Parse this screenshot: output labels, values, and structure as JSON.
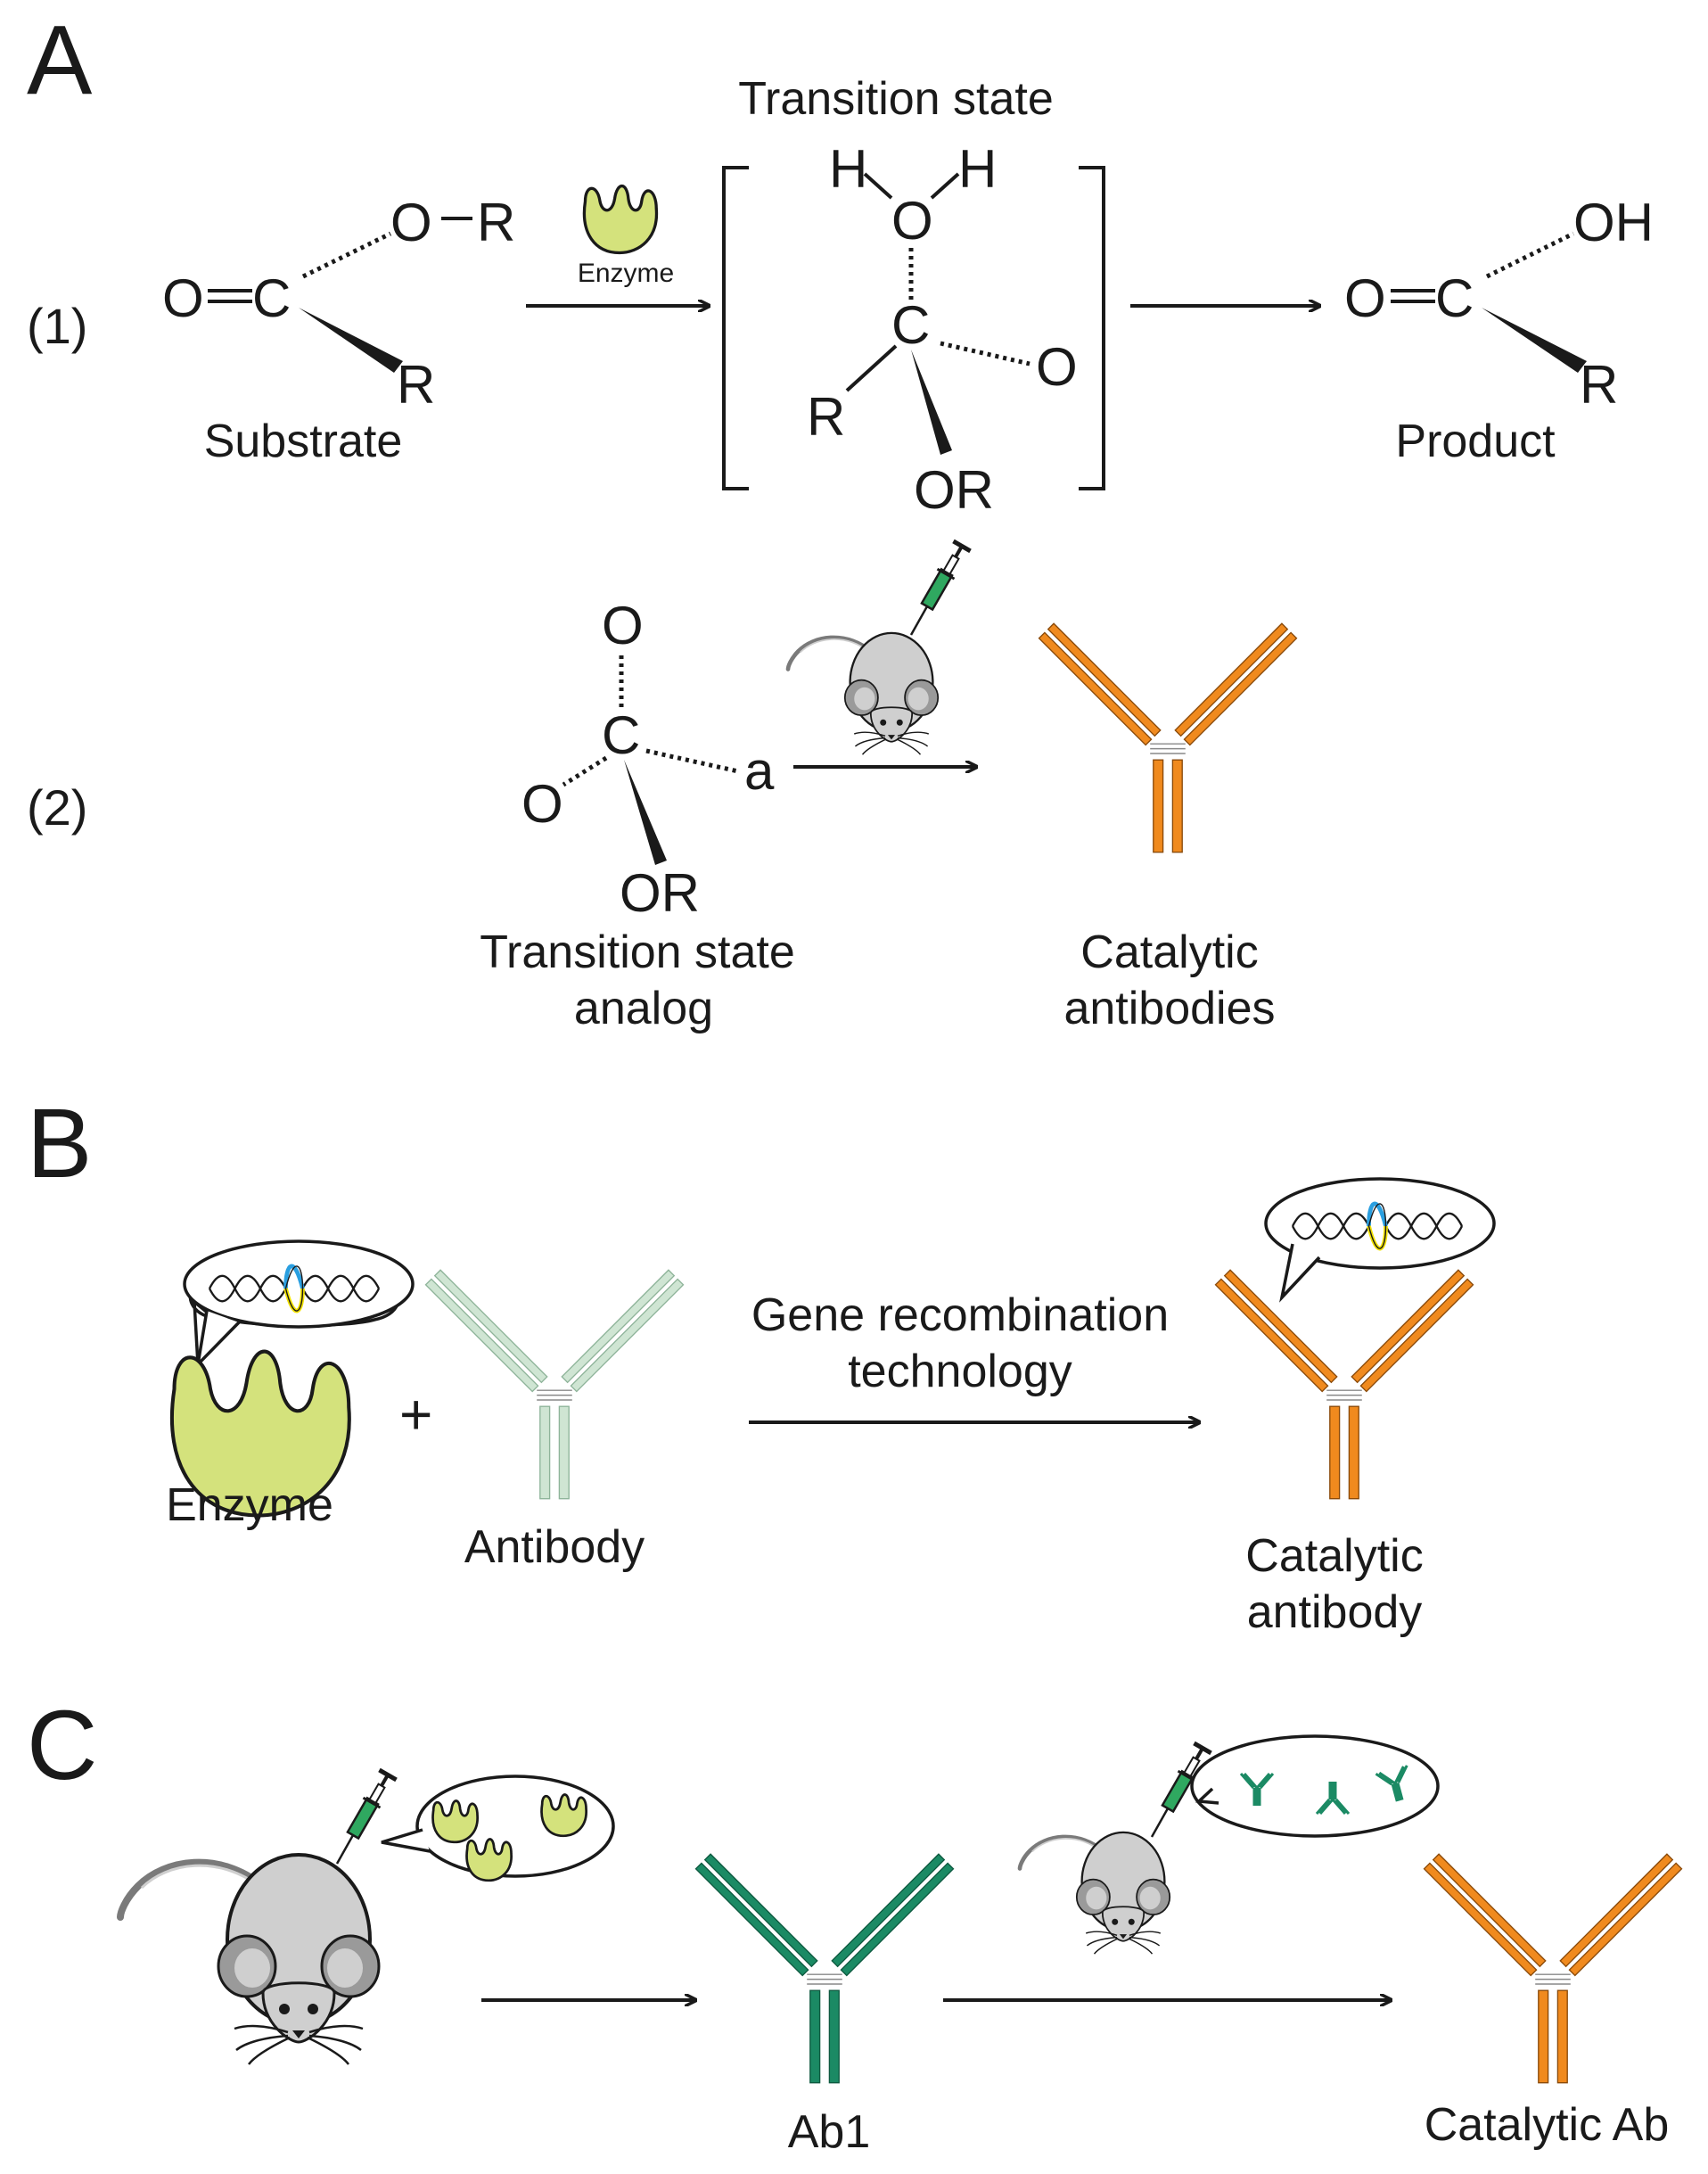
{
  "panels": {
    "a": "A",
    "b": "B",
    "c": "C"
  },
  "colors": {
    "catalytic_ab": "#f08a1e",
    "pale_ab": "#cfe5d3",
    "dark_ab": "#1b8a64",
    "enzyme": "#d4e27c",
    "mouse": "#cfcfcf",
    "syringe_fluid": "#2fa860",
    "dna_blue": "#2a9fe0",
    "dna_yellow": "#f2e200"
  },
  "panel_a": {
    "step1": "(1)",
    "step2": "(2)",
    "atoms": {
      "O": "O",
      "C": "C",
      "R": "R",
      "H": "H",
      "OH": "OH",
      "OR": "OR",
      "a": "a"
    },
    "substrate_label": "Substrate",
    "transition_state_title": "Transition state",
    "enzyme_small_label": "Enzyme",
    "product_label": "Product",
    "tsa_label_line1": "Transition state",
    "tsa_label_line2": "analog",
    "catalytic_antibodies_line1": "Catalytic",
    "catalytic_antibodies_line2": "antibodies"
  },
  "panel_b": {
    "enzyme_label": "Enzyme",
    "plus": "+",
    "antibody_label": "Antibody",
    "arrow_label_line1": "Gene recombination",
    "arrow_label_line2": "technology",
    "catalytic_antibody_line1": "Catalytic",
    "catalytic_antibody_line2": "antibody"
  },
  "panel_c": {
    "ab1_label": "Ab1",
    "catalytic_ab_label": "Catalytic Ab"
  }
}
